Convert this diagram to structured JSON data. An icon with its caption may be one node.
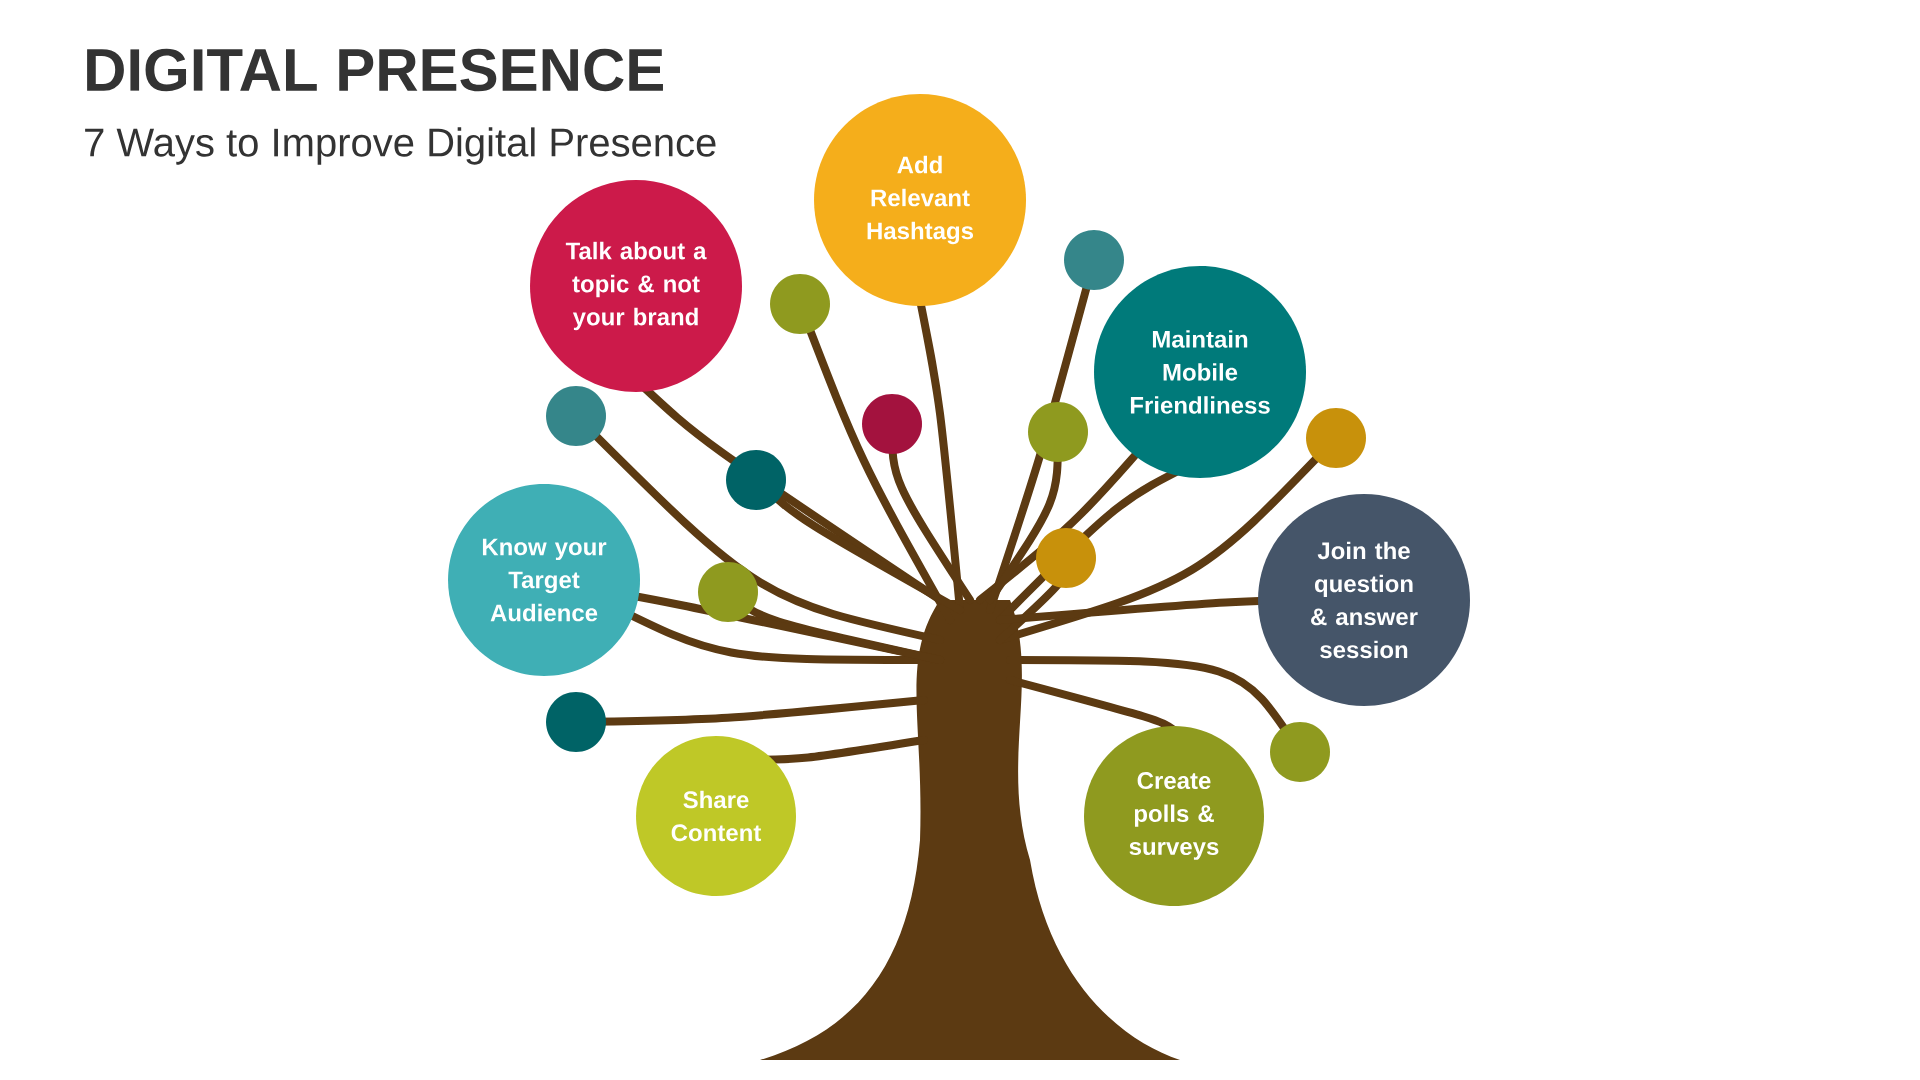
{
  "diagram": {
    "title": "DIGITAL PRESENCE",
    "caption": "7 Ways to Improve Digital Presence",
    "nodes": [
      {
        "text": [
          "Add Relevant Hashtags"
        ]
      },
      {
        "text": [
          "Talk about a topic & not your brand"
        ]
      },
      {
        "text": [
          "Maintain Mobile Friendliness"
        ]
      },
      {
        "text": [
          "Know your Target Audience"
        ]
      },
      {
        "text": [
          "Join the question & answer session"
        ]
      },
      {
        "text": [
          "Share Content"
        ]
      },
      {
        "text": [
          "Create polls & surveys"
        ]
      },
      {
        "text": [],
        "shape": "circle"
      },
      {
        "text": [],
        "shape": "circle"
      },
      {
        "text": [],
        "shape": "circle"
      },
      {
        "text": [],
        "shape": "circle"
      },
      {
        "text": [],
        "shape": "circle"
      },
      {
        "text": [],
        "shape": "circle"
      },
      {
        "text": [],
        "shape": "circle"
      },
      {
        "text": [],
        "shape": "circle"
      },
      {
        "text": [],
        "shape": "circle"
      },
      {
        "text": [],
        "shape": "circle"
      },
      {
        "text": [],
        "shape": "circle"
      }
    ]
  }
}
